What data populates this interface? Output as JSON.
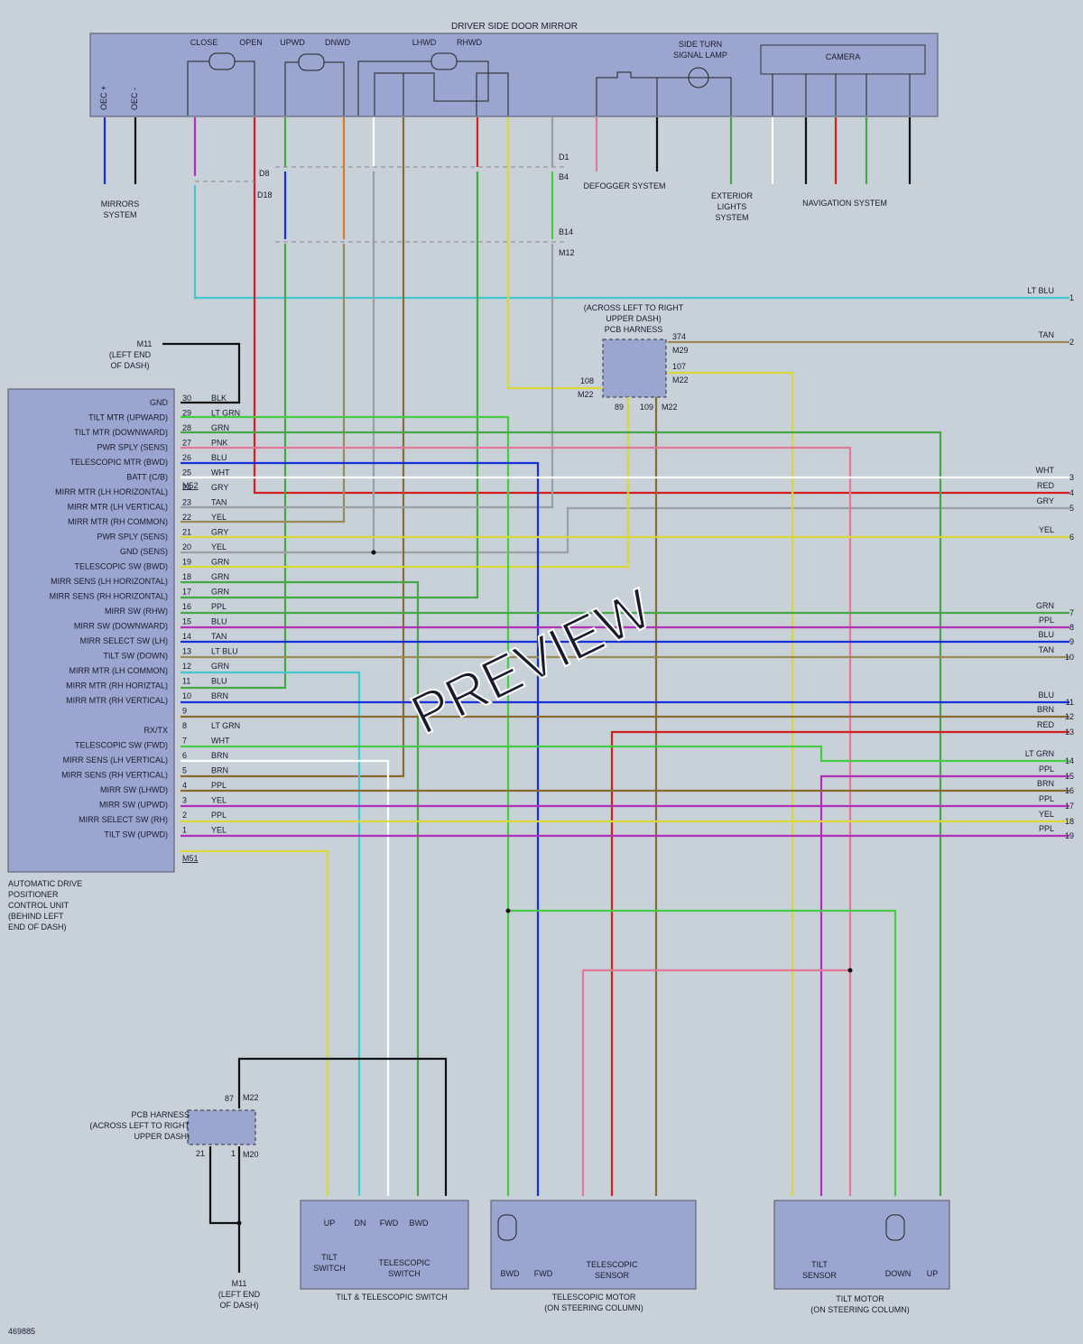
{
  "colors": {
    "background": "#c8d0d8",
    "box_fill": "#9aa6cf",
    "box_stroke": "#556",
    "text": "#1a1a2e",
    "wire": {
      "BLU": "#1530d8",
      "BLK": "#111111",
      "PPL": "#b030b8",
      "RED": "#d02020",
      "GRN": "#44a844",
      "LTGRN": "#44cc44",
      "ORG": "#e07a20",
      "WHT": "#ffffff",
      "BRN": "#8a6a30",
      "YEL": "#d8d83a",
      "GRY": "#9aa0a4",
      "PNK": "#e07a98",
      "LTBLU": "#44c8d0",
      "TAN": "#9a8a5a"
    }
  },
  "figure_id": "469885",
  "watermark": "PREVIEW",
  "mirror": {
    "title": "DRIVER SIDE DOOR MIRROR",
    "labels": [
      "CLOSE",
      "OPEN",
      "UPWD",
      "DNWD",
      "LHWD",
      "RHWD",
      "SIDE TURN",
      "SIGNAL LAMP",
      "CAMERA",
      "OEC +",
      "OEC -"
    ]
  },
  "ecu": {
    "title_lines": [
      "AUTOMATIC DRIVE",
      "POSITIONER",
      "CONTROL UNIT",
      "(BEHIND LEFT",
      "END OF DASH)"
    ],
    "connector_upper": "M52",
    "connector_lower": "M51"
  },
  "ecu_pins": [
    {
      "n": "30",
      "fn": "GND",
      "c": "BLK"
    },
    {
      "n": "29",
      "fn": "TILT MTR (UPWARD)",
      "c": "LT GRN"
    },
    {
      "n": "28",
      "fn": "TILT MTR (DOWNWARD)",
      "c": "GRN"
    },
    {
      "n": "27",
      "fn": "PWR SPLY (SENS)",
      "c": "PNK"
    },
    {
      "n": "26",
      "fn": "TELESCOPIC MTR (BWD)",
      "c": "BLU"
    },
    {
      "n": "25",
      "fn": "BATT (C/B)",
      "c": "WHT"
    },
    {
      "n": "24",
      "fn": "MIRR MTR (LH HORIZONTAL)",
      "c": "GRY"
    },
    {
      "n": "23",
      "fn": "MIRR MTR (LH VERTICAL)",
      "c": "TAN"
    },
    {
      "n": "22",
      "fn": "MIRR MTR (RH COMMON)",
      "c": "YEL"
    },
    {
      "n": "21",
      "fn": "PWR SPLY (SENS)",
      "c": "GRY"
    },
    {
      "n": "20",
      "fn": "GND (SENS)",
      "c": "YEL"
    },
    {
      "n": "19",
      "fn": "TELESCOPIC SW (BWD)",
      "c": "GRN"
    },
    {
      "n": "18",
      "fn": "MIRR SENS (LH HORIZONTAL)",
      "c": "GRN"
    },
    {
      "n": "17",
      "fn": "MIRR SENS (RH HORIZONTAL)",
      "c": "GRN"
    },
    {
      "n": "16",
      "fn": "MIRR SW (RHW)",
      "c": "PPL"
    },
    {
      "n": "15",
      "fn": "MIRR SW (DOWNWARD)",
      "c": "BLU"
    },
    {
      "n": "14",
      "fn": "MIRR SELECT SW (LH)",
      "c": "TAN"
    },
    {
      "n": "13",
      "fn": "TILT SW (DOWN)",
      "c": "LT BLU"
    },
    {
      "n": "12",
      "fn": "MIRR MTR (LH COMMON)",
      "c": "GRN"
    },
    {
      "n": "11",
      "fn": "MIRR MTR (RH HORIZTAL)",
      "c": "BLU"
    },
    {
      "n": "10",
      "fn": "MIRR MTR (RH VERTICAL)",
      "c": "BRN"
    },
    {
      "n": "9",
      "fn": "",
      "c": ""
    },
    {
      "n": "8",
      "fn": "RX/TX",
      "c": "LT GRN"
    },
    {
      "n": "7",
      "fn": "TELESCOPIC SW (FWD)",
      "c": "WHT"
    },
    {
      "n": "6",
      "fn": "MIRR SENS (LH VERTICAL)",
      "c": "BRN"
    },
    {
      "n": "5",
      "fn": "MIRR SENS (RH VERTICAL)",
      "c": "BRN"
    },
    {
      "n": "4",
      "fn": "MIRR SW (LHWD)",
      "c": "PPL"
    },
    {
      "n": "3",
      "fn": "MIRR SW (UPWD)",
      "c": "YEL"
    },
    {
      "n": "2",
      "fn": "MIRR SELECT SW (RH)",
      "c": "PPL"
    },
    {
      "n": "1",
      "fn": "TILT SW (UPWD)",
      "c": "YEL"
    }
  ],
  "right_labels": [
    {
      "n": "1",
      "c": "LT BLU"
    },
    {
      "n": "2",
      "c": "TAN"
    },
    {
      "n": "3",
      "c": "WHT"
    },
    {
      "n": "4",
      "c": "RED"
    },
    {
      "n": "5",
      "c": "GRY"
    },
    {
      "n": "6",
      "c": "YEL"
    },
    {
      "n": "7",
      "c": "GRN"
    },
    {
      "n": "8",
      "c": "PPL"
    },
    {
      "n": "9",
      "c": "BLU"
    },
    {
      "n": "10",
      "c": "TAN"
    },
    {
      "n": "11",
      "c": "BLU"
    },
    {
      "n": "12",
      "c": "BRN"
    },
    {
      "n": "13",
      "c": "RED"
    },
    {
      "n": "14",
      "c": "LT GRN"
    },
    {
      "n": "15",
      "c": "PPL"
    },
    {
      "n": "16",
      "c": "BRN"
    },
    {
      "n": "17",
      "c": "PPL"
    },
    {
      "n": "18",
      "c": "YEL"
    },
    {
      "n": "19",
      "c": "PPL"
    }
  ],
  "pcb_top": {
    "title_lines": [
      "(ACROSS LEFT TO RIGHT",
      "UPPER DASH)",
      "PCB HARNESS"
    ],
    "pins": [
      "374",
      "107",
      "108",
      "89",
      "109"
    ],
    "connectors": [
      "M29",
      "M22",
      "M22",
      "M22"
    ]
  },
  "pcb_bottom": {
    "title_lines": [
      "PCB HARNESS",
      "(ACROSS LEFT TO RIGHT",
      "UPPER DASH)"
    ],
    "pins": [
      "87",
      "21",
      "1"
    ],
    "connectors": [
      "M22",
      "M20"
    ]
  },
  "grounds": {
    "m11_top": [
      "M11",
      "(LEFT END",
      "OF DASH)"
    ],
    "m11_bottom": [
      "M11",
      "(LEFT END",
      "OF DASH)"
    ]
  },
  "subsystems": {
    "mirrors": [
      "MIRRORS",
      "SYSTEM"
    ],
    "defogger": "DEFOGGER SYSTEM",
    "exterior": [
      "EXTERIOR",
      "LIGHTS",
      "SYSTEM"
    ],
    "navigation": "NAVIGATION SYSTEM"
  },
  "connectors": [
    "D8",
    "D18",
    "D1",
    "B4",
    "B14",
    "M12"
  ],
  "switch_box": {
    "caption": "TILT & TELESCOPIC SWITCH",
    "inner": [
      "UP",
      "DN",
      "FWD",
      "BWD",
      "TILT",
      "SWITCH",
      "TELESCOPIC",
      "SWITCH"
    ]
  },
  "tele_box": {
    "caption": [
      "TELESCOPIC MOTOR",
      "(ON STEERING COLUMN)"
    ],
    "inner": [
      "BWD",
      "FWD",
      "TELESCOPIC",
      "SENSOR"
    ]
  },
  "tilt_box": {
    "caption": [
      "TILT MOTOR",
      "(ON STEERING COLUMN)"
    ],
    "inner": [
      "TILT",
      "SENSOR",
      "DOWN",
      "UP"
    ]
  }
}
